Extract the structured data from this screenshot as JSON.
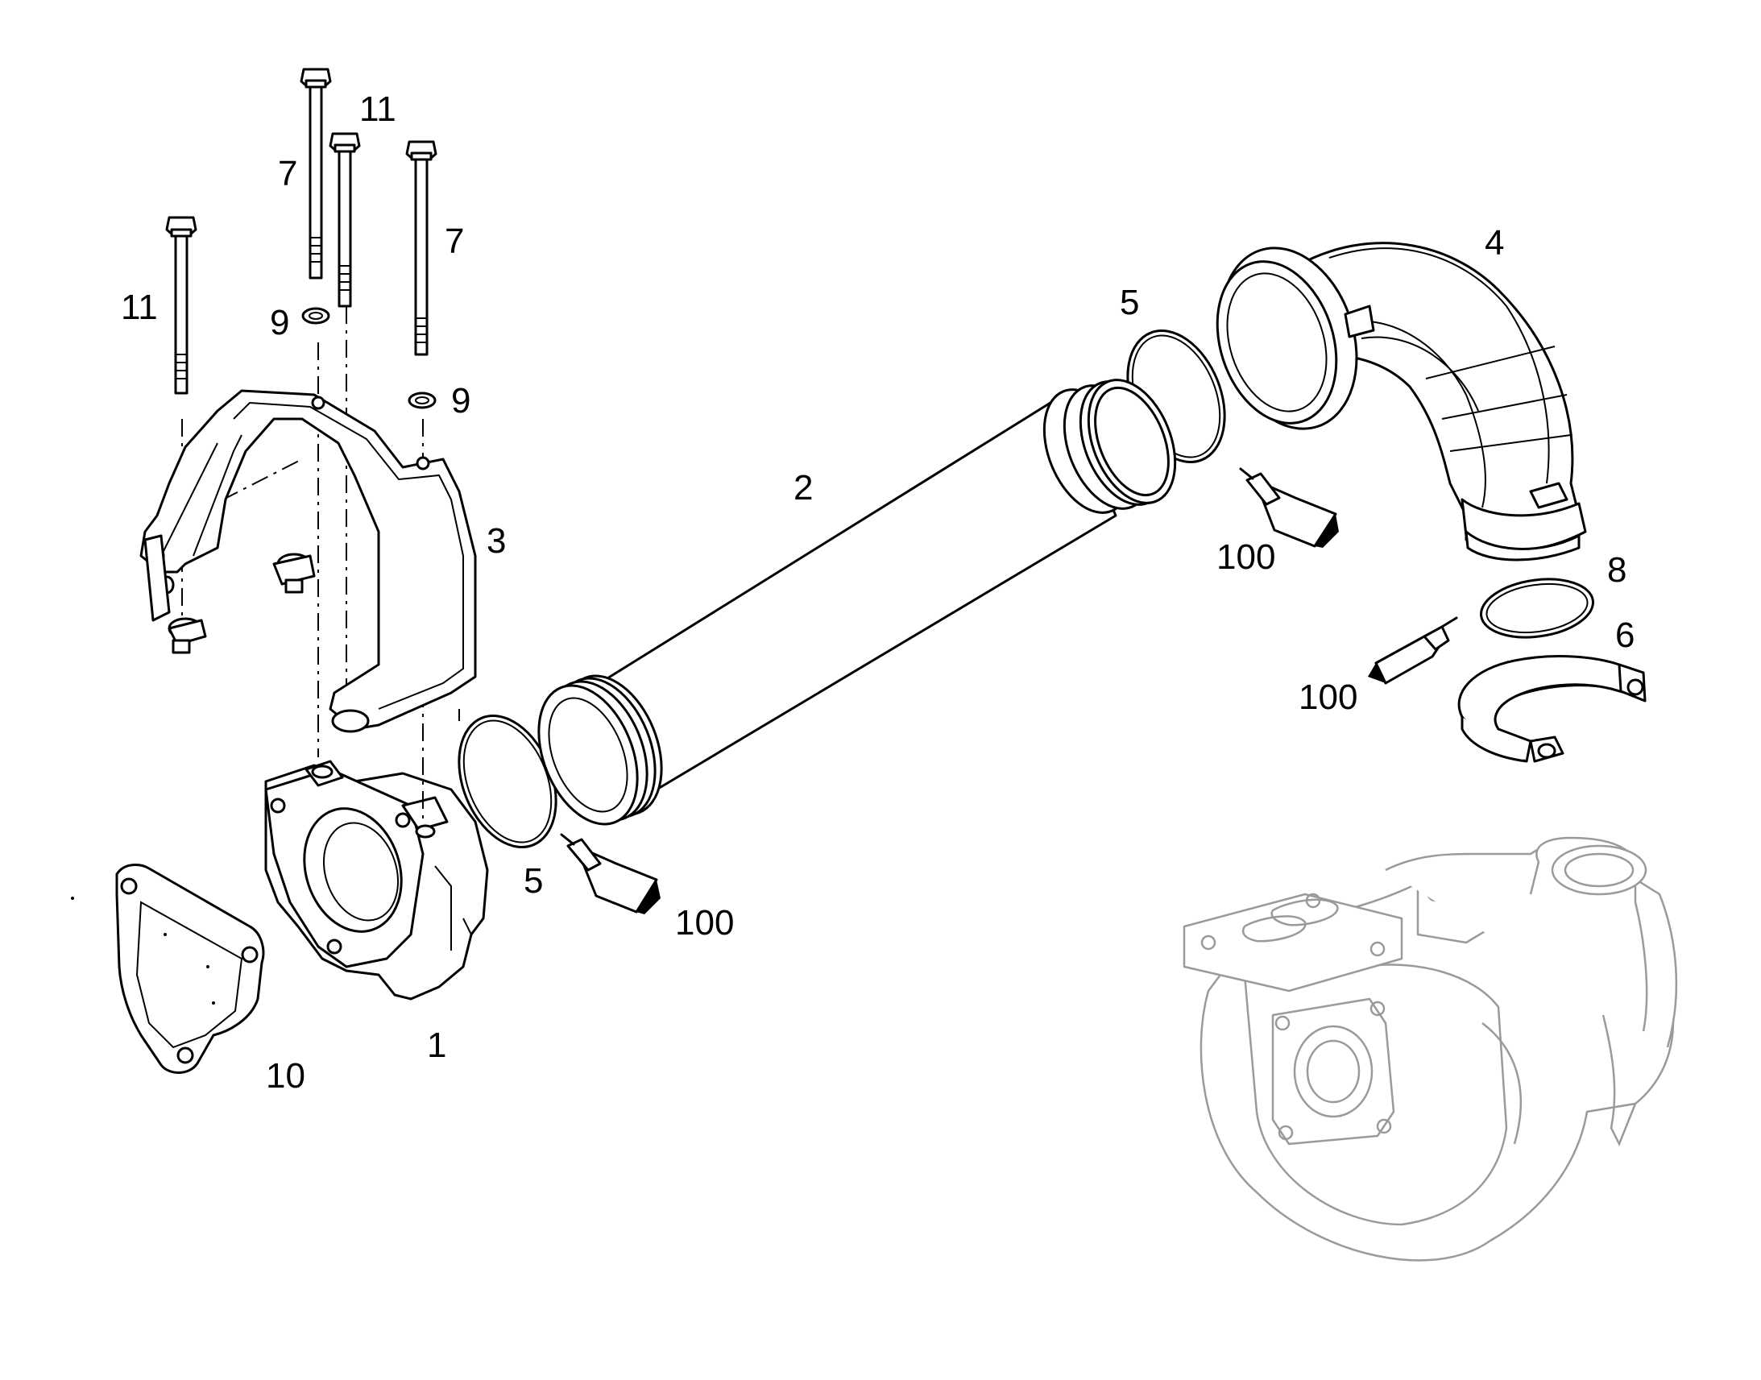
{
  "diagram": {
    "callouts": [
      {
        "id": "callout-1",
        "text": "1"
      },
      {
        "id": "callout-2",
        "text": "2"
      },
      {
        "id": "callout-3",
        "text": "3"
      },
      {
        "id": "callout-4",
        "text": "4"
      },
      {
        "id": "callout-5a",
        "text": "5"
      },
      {
        "id": "callout-5b",
        "text": "5"
      },
      {
        "id": "callout-6",
        "text": "6"
      },
      {
        "id": "callout-7a",
        "text": "7"
      },
      {
        "id": "callout-7b",
        "text": "7"
      },
      {
        "id": "callout-8",
        "text": "8"
      },
      {
        "id": "callout-9a",
        "text": "9"
      },
      {
        "id": "callout-9b",
        "text": "9"
      },
      {
        "id": "callout-10",
        "text": "10"
      },
      {
        "id": "callout-11a",
        "text": "11"
      },
      {
        "id": "callout-11b",
        "text": "11"
      },
      {
        "id": "callout-100a",
        "text": "100"
      },
      {
        "id": "callout-100b",
        "text": "100"
      },
      {
        "id": "callout-100c",
        "text": "100"
      }
    ]
  }
}
